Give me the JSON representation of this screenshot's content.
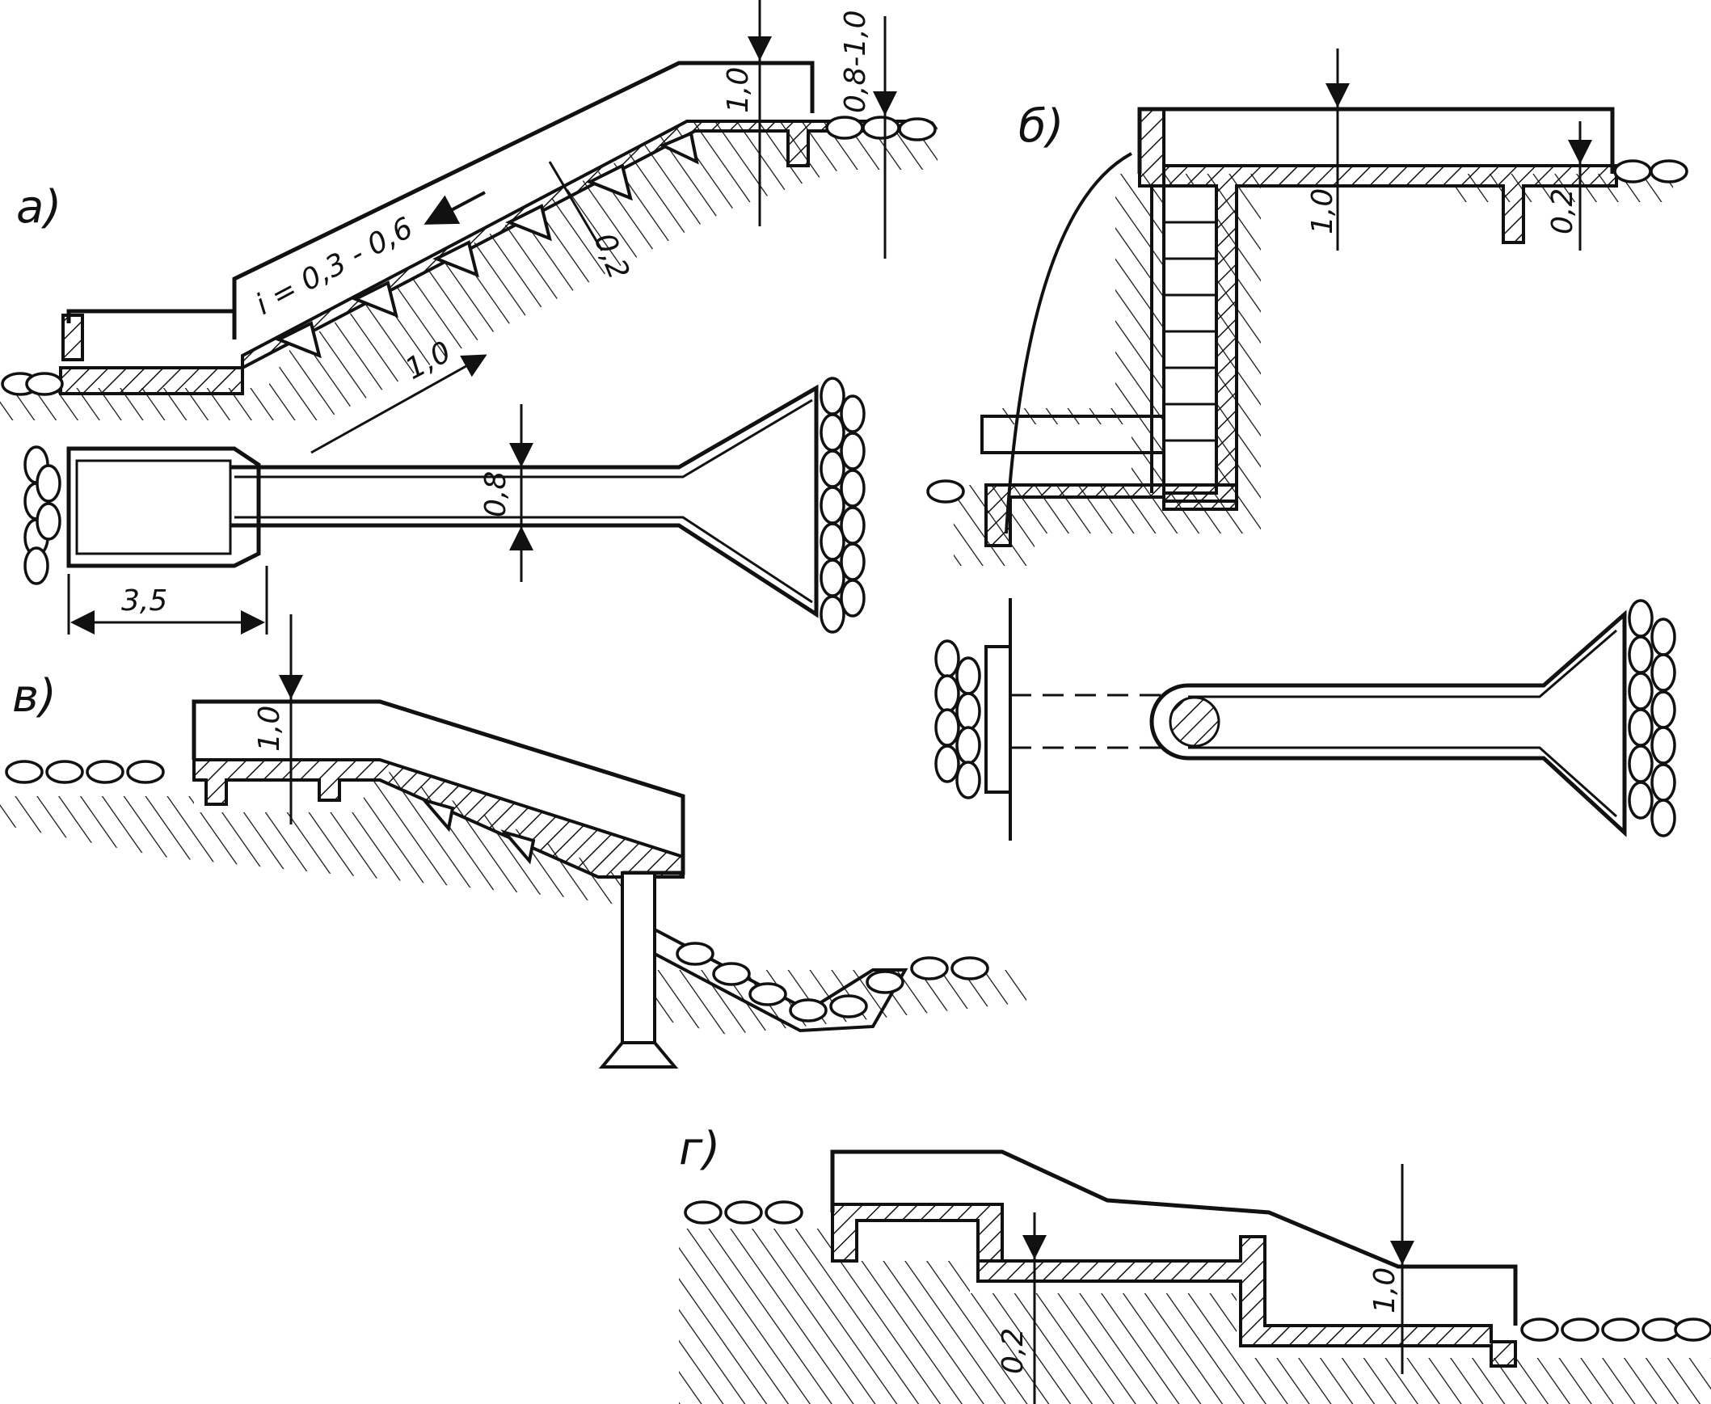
{
  "panels": {
    "a": {
      "label": "а)",
      "slope": "i = 0,3 - 0,6",
      "dims": {
        "height_top": "1,0",
        "depth_top": "0,8-1,0",
        "step_depth": "0,2",
        "step_len": "1,0",
        "width": "0,8",
        "length": "3,5"
      }
    },
    "b": {
      "label": "б)",
      "dims": {
        "height": "1,0",
        "drop": "0,2"
      }
    },
    "v": {
      "label": "в)",
      "dims": {
        "height": "1,0"
      }
    },
    "g": {
      "label": "г)",
      "dims": {
        "height": "1,0",
        "drop": "0,2"
      }
    }
  },
  "colors": {
    "ink": "#111111",
    "background": "#ffffff"
  }
}
